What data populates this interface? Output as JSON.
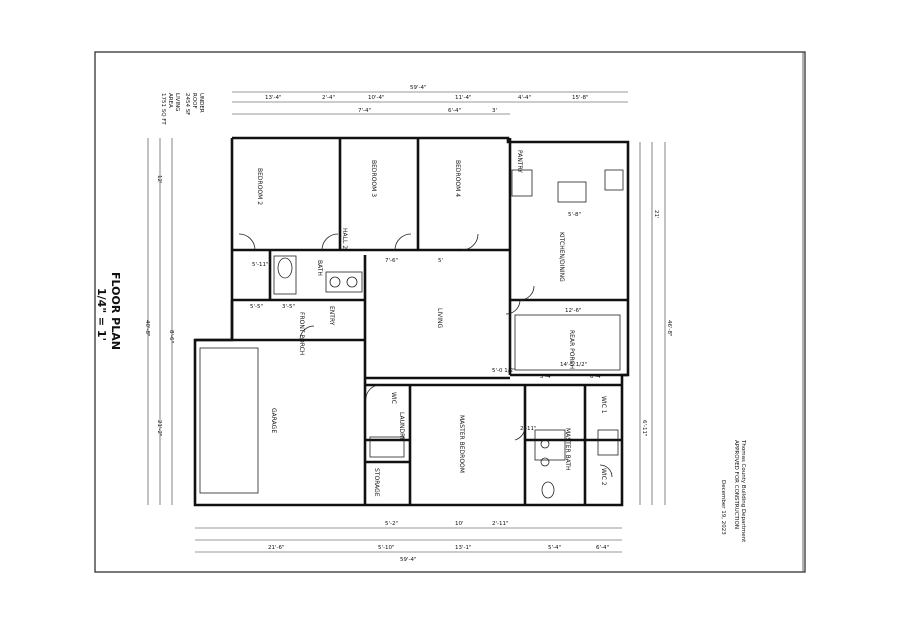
{
  "title": {
    "heading": "FLOOR PLAN",
    "scale": "1/4\" = 1'"
  },
  "area_notes": [
    "UNDER",
    "ROOF",
    "2454 SF",
    "LIVING",
    "AREA",
    "1751 SQ FT"
  ],
  "stamp": {
    "line1": "Thomas County Building Department",
    "line2": "APPROVED FOR CONSTRUCTION",
    "date": "December 19, 2023"
  },
  "rooms": {
    "bedroom2": "BEDROOM 2",
    "bedroom3": "BEDROOM 3",
    "bedroom4": "BEDROOM 4",
    "kitchen": "KITCHEN/DINING",
    "pantry": "PANTRY",
    "bath": "BATH",
    "hall2": "HALL 2",
    "entry": "ENTRY",
    "front_porch": "FRONT PORCH",
    "living": "LIVING",
    "rear_porch": "REAR PORCH",
    "garage": "GARAGE",
    "wic": "WIC",
    "laundry": "LAUNDRY",
    "storage": "STORAGE",
    "master_bedroom": "MASTER BEDROOM",
    "master_bath": "MASTER BATH",
    "wic1": "WIC 1",
    "wic2": "WIC 2"
  },
  "dims_top": [
    "13'-4\"",
    "2'-4\"",
    "10'-4\"",
    "11'-4\"",
    "4'-4\"",
    "15'-8\"",
    "59'-4\"",
    "7'-4\"",
    "6'-4\"",
    "3'"
  ],
  "dims_bottom": [
    "21'-6\"",
    "5'-10\"",
    "13'-1\"",
    "5'-4\"",
    "6'-4\"",
    "59'-4\"",
    "5'-2\"",
    "10'",
    "2'-11\""
  ],
  "dims_left": [
    "40'-8\"",
    "21'-2\"",
    "12'",
    "8'-6\""
  ],
  "dims_right": [
    "46'-8\"",
    "21'",
    "6'-11\""
  ],
  "dims_inner": [
    "5'-11\"",
    "5'-5\"",
    "3'-5\"",
    "7'-6\"",
    "5'",
    "12'-6\"",
    "14'-5 1/2\"",
    "5'-4\"",
    "5'-0 1/2\"",
    "5'-8\"",
    "6'-4\"",
    "2'-11\""
  ]
}
